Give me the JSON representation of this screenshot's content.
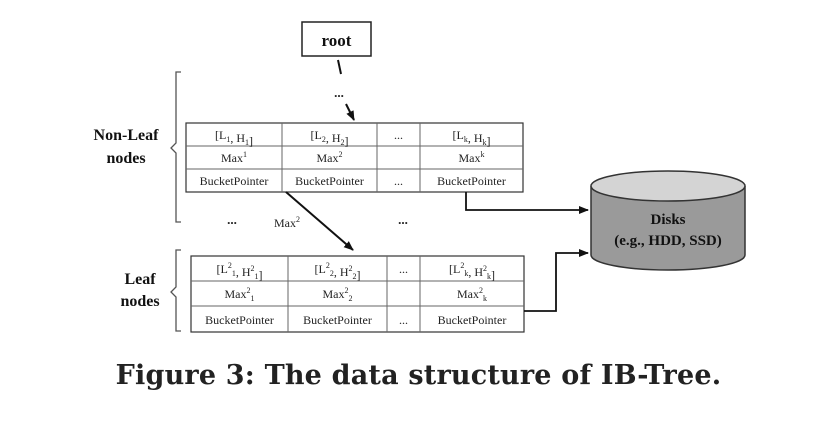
{
  "root": {
    "label": "root",
    "ellipsis": "..."
  },
  "labels": {
    "non_leaf_line1": "Non-Leaf",
    "non_leaf_line2": "nodes",
    "leaf_line1": "Leaf",
    "leaf_line2": "nodes"
  },
  "non_leaf_table": {
    "rows": [
      {
        "cells": [
          {
            "main": "[L",
            "sub": "1",
            "mid": ", H",
            "sub2": "1",
            "end": "]"
          },
          {
            "main": "[L",
            "sub": "2",
            "mid": ", H",
            "sub2": "2",
            "end": "]"
          },
          {
            "text": "..."
          },
          {
            "main": "[L",
            "sub": "k",
            "mid": ", H",
            "sub2": "k",
            "end": "]"
          }
        ]
      },
      {
        "cells": [
          {
            "main": "Max",
            "sup": "1"
          },
          {
            "main": "Max",
            "sup": "2"
          },
          {
            "text": ""
          },
          {
            "main": "Max",
            "sup": "k"
          }
        ]
      },
      {
        "cells": [
          {
            "text": "BucketPointer"
          },
          {
            "text": "BucketPointer"
          },
          {
            "text": "..."
          },
          {
            "text": "BucketPointer"
          }
        ]
      }
    ]
  },
  "between": {
    "left_ellipsis": "...",
    "max_main": "Max",
    "max_sup": "2",
    "right_ellipsis": "..."
  },
  "leaf_table": {
    "rows": [
      {
        "cells": [
          {
            "main": "[L",
            "sup": "2",
            "sub": "1",
            "mid": ", H",
            "sup2": "2",
            "sub2": "1",
            "end": "]"
          },
          {
            "main": "[L",
            "sup": "2",
            "sub": "2",
            "mid": ", H",
            "sup2": "2",
            "sub2": "2",
            "end": "]"
          },
          {
            "text": "..."
          },
          {
            "main": "[L",
            "sup": "2",
            "sub": "k",
            "mid": ", H",
            "sup2": "2",
            "sub2": "k",
            "end": "]"
          }
        ]
      },
      {
        "cells": [
          {
            "main": "Max",
            "sup": "2",
            "sub": "1"
          },
          {
            "main": "Max",
            "sup": "2",
            "sub": "2"
          },
          {
            "text": ""
          },
          {
            "main": "Max",
            "sup": "2",
            "sub": "k"
          }
        ]
      },
      {
        "cells": [
          {
            "text": "BucketPointer"
          },
          {
            "text": "BucketPointer"
          },
          {
            "text": "..."
          },
          {
            "text": "BucketPointer"
          }
        ]
      }
    ]
  },
  "disk": {
    "line1": "Disks",
    "line2": "(e.g., HDD, SSD)",
    "fill": "#9a9a9a",
    "top_fill": "#d4d4d4",
    "stroke": "#333333"
  },
  "caption": "Figure 3: The data structure of IB-Tree."
}
